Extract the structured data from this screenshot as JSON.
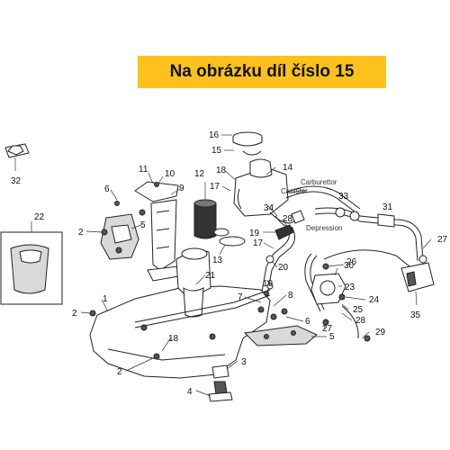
{
  "banner": {
    "text": "Na obrázku díl číslo 15",
    "color": "#fcc11c"
  },
  "annotations": {
    "carburettor": "Carburettor",
    "canister": "Canister",
    "depression": "Depression"
  },
  "callouts": [
    {
      "id": "c32",
      "text": "32"
    },
    {
      "id": "c22",
      "text": "22"
    },
    {
      "id": "c16",
      "text": "16"
    },
    {
      "id": "c15",
      "text": "15"
    },
    {
      "id": "c11",
      "text": "11"
    },
    {
      "id": "c10",
      "text": "10"
    },
    {
      "id": "c6a",
      "text": "6"
    },
    {
      "id": "c9",
      "text": "9"
    },
    {
      "id": "c12",
      "text": "12"
    },
    {
      "id": "c18a",
      "text": "18"
    },
    {
      "id": "c14",
      "text": "14"
    },
    {
      "id": "c17a",
      "text": "17"
    },
    {
      "id": "c34",
      "text": "34"
    },
    {
      "id": "c28a",
      "text": "28"
    },
    {
      "id": "c33",
      "text": "33"
    },
    {
      "id": "c31",
      "text": "31"
    },
    {
      "id": "c5a",
      "text": "5"
    },
    {
      "id": "c2a",
      "text": "2"
    },
    {
      "id": "c19a",
      "text": "19"
    },
    {
      "id": "c17b",
      "text": "17"
    },
    {
      "id": "c13",
      "text": "13"
    },
    {
      "id": "c20",
      "text": "20"
    },
    {
      "id": "c27a",
      "text": "27"
    },
    {
      "id": "c26",
      "text": "26"
    },
    {
      "id": "c30",
      "text": "30"
    },
    {
      "id": "c21",
      "text": "21"
    },
    {
      "id": "c19b",
      "text": "19"
    },
    {
      "id": "c23",
      "text": "23"
    },
    {
      "id": "c1",
      "text": "1"
    },
    {
      "id": "c7",
      "text": "7"
    },
    {
      "id": "c8",
      "text": "8"
    },
    {
      "id": "c24",
      "text": "24"
    },
    {
      "id": "c25",
      "text": "25"
    },
    {
      "id": "c2b",
      "text": "2"
    },
    {
      "id": "c6b",
      "text": "6"
    },
    {
      "id": "c28b",
      "text": "28"
    },
    {
      "id": "c35",
      "text": "35"
    },
    {
      "id": "c27b",
      "text": "27"
    },
    {
      "id": "c5b",
      "text": "5"
    },
    {
      "id": "c29",
      "text": "29"
    },
    {
      "id": "c18b",
      "text": "18"
    },
    {
      "id": "c2c",
      "text": "2"
    },
    {
      "id": "c3",
      "text": "3"
    },
    {
      "id": "c4",
      "text": "4"
    }
  ]
}
